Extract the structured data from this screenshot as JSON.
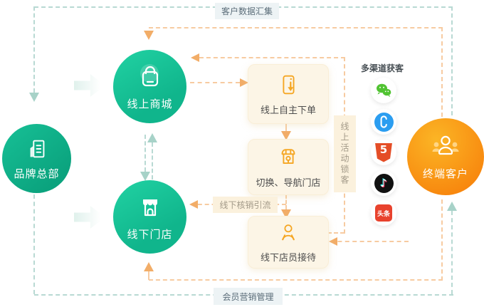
{
  "diagram": {
    "flow_labels": {
      "top": "客户数据汇集",
      "bottom": "会员营销管理",
      "offline_redeem": "线下核销引流",
      "online_activity_lock": "线上活动锁客",
      "multi_channel": "多渠道获客"
    },
    "nodes": {
      "brand_hq": "品牌总部",
      "online_mall": "线上商城",
      "offline_store": "线下门店",
      "end_customer": "终端客户"
    },
    "steps": {
      "online_self_order": "线上自主下单",
      "switch_navigate_store": "切换、导航门店",
      "offline_clerk_reception": "线下店员接待"
    },
    "channel_glyphs": {
      "html5": "5",
      "douyin": "♪",
      "toutiao": "头条"
    },
    "colors": {
      "green_node": "#12b88e",
      "orange_node": "#f99c13",
      "teal_line": "#b8d9d3",
      "orange_line": "#f7cba1",
      "teal_arrow": "#a7d2c8",
      "orange_arrow": "#f2ad68",
      "box_bg": "#fcf5e6",
      "box_icon": "#f5a623",
      "gray_label_bg": "#edf3f5",
      "cream_label_bg": "#fbf1dd"
    }
  }
}
